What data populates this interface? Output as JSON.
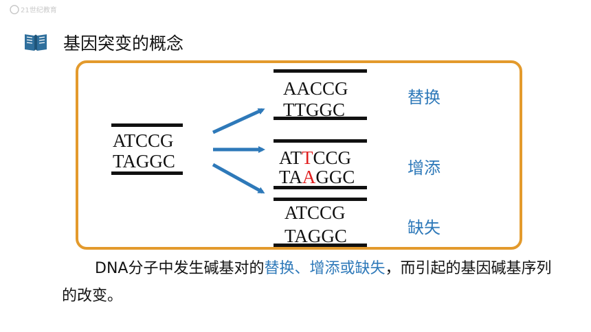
{
  "logo_text": "21世纪教育",
  "heading": "基因突变的概念",
  "original": {
    "top": "ATCCG",
    "bottom": "TAGGC"
  },
  "replacement": {
    "top": "AACCG",
    "bottom": "TTGGC",
    "label": "替换"
  },
  "addition": {
    "top_a": "AT",
    "top_ins": "T",
    "top_b": "CCG",
    "bottom_a": "TA",
    "bottom_ins": "A",
    "bottom_b": "GGC",
    "label": "增添"
  },
  "deletion": {
    "top": "ATCCG",
    "bottom": "TAGGC",
    "label": "缺失"
  },
  "caption": {
    "part1": "DNA分子中发生碱基对的",
    "part2": "替换、增添或缺失",
    "part3": "，而引起的基因碱基序列的改变。"
  },
  "colors": {
    "frame": "#e39a2c",
    "arrow": "#2e79b9",
    "label": "#2e79b9",
    "inserted_base": "#e01f1f"
  }
}
